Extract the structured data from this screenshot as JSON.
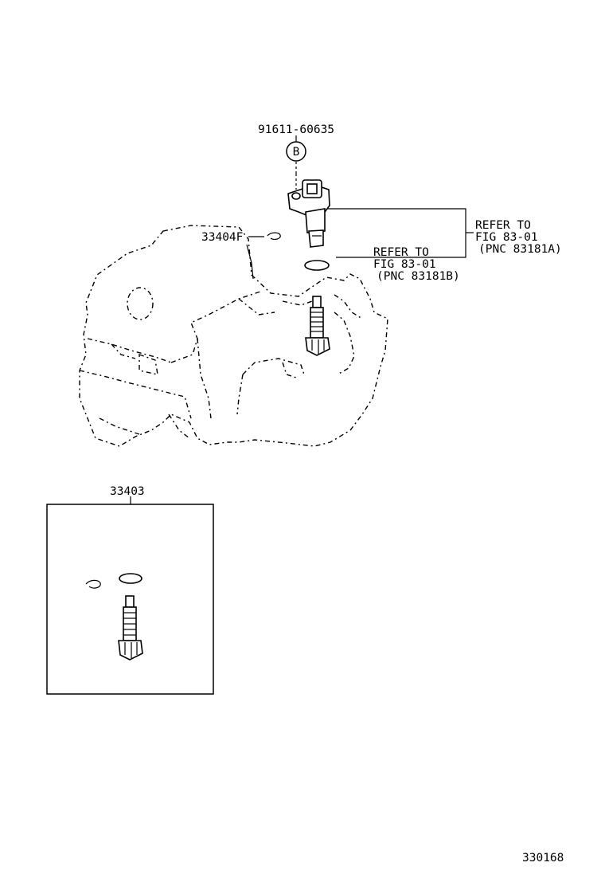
{
  "labels": {
    "bolt_part_no": "91611-60635",
    "bolt_ref_letter": "B",
    "clip_part_no": "33404F",
    "ref_a_line1": "REFER TO",
    "ref_a_line2": "FIG 83-01",
    "ref_a_line3": "(PNC 83181A)",
    "ref_b_line1": "REFER TO",
    "ref_b_line2": "FIG 83-01",
    "ref_b_line3": "(PNC 83181B)",
    "kit_part_no": "33403",
    "figure_no": "330168"
  }
}
